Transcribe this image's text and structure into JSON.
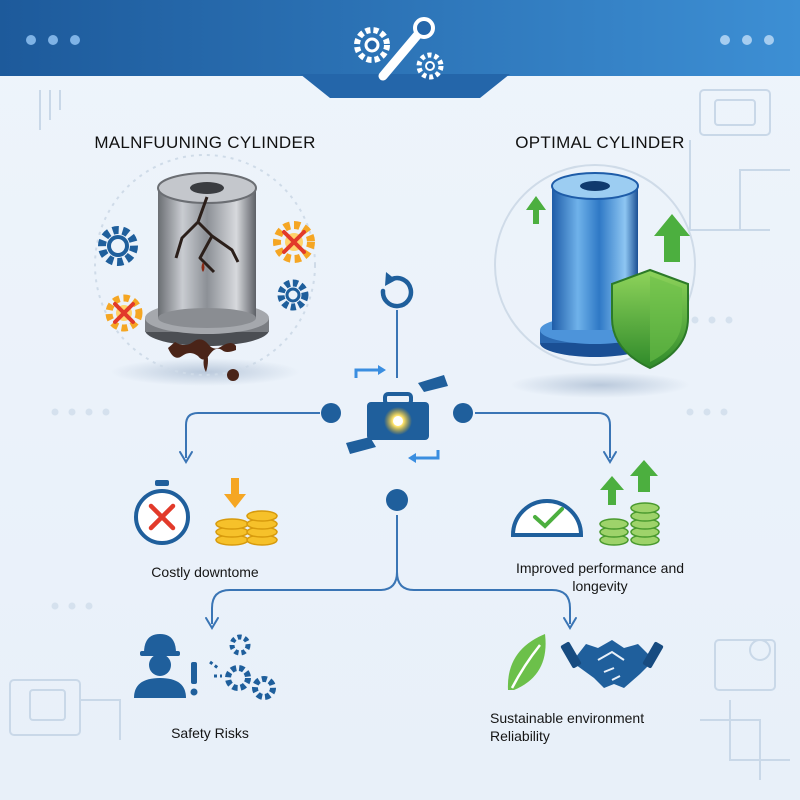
{
  "header": {
    "menu_dots": "•••",
    "icon": "gears-wrench-icon"
  },
  "panels": {
    "left": {
      "title": "MALNFUUNING CYLINDER"
    },
    "right": {
      "title": "OPTIMAL CYLINDER"
    }
  },
  "outcomes": {
    "downtime": "Costly downtome",
    "performance": "Improved performance and longevity",
    "safety": "Safety Risks",
    "sustainable_line1": "Sustainable environment",
    "sustainable_line2": "Reliability"
  },
  "colors": {
    "header_dark": "#1d5a9b",
    "header_light": "#3d8fd4",
    "accent_blue": "#1f5f9c",
    "warning_orange": "#f5a623",
    "error_red": "#e23a2a",
    "success_green": "#4caf3f",
    "rust": "#4a2418"
  }
}
